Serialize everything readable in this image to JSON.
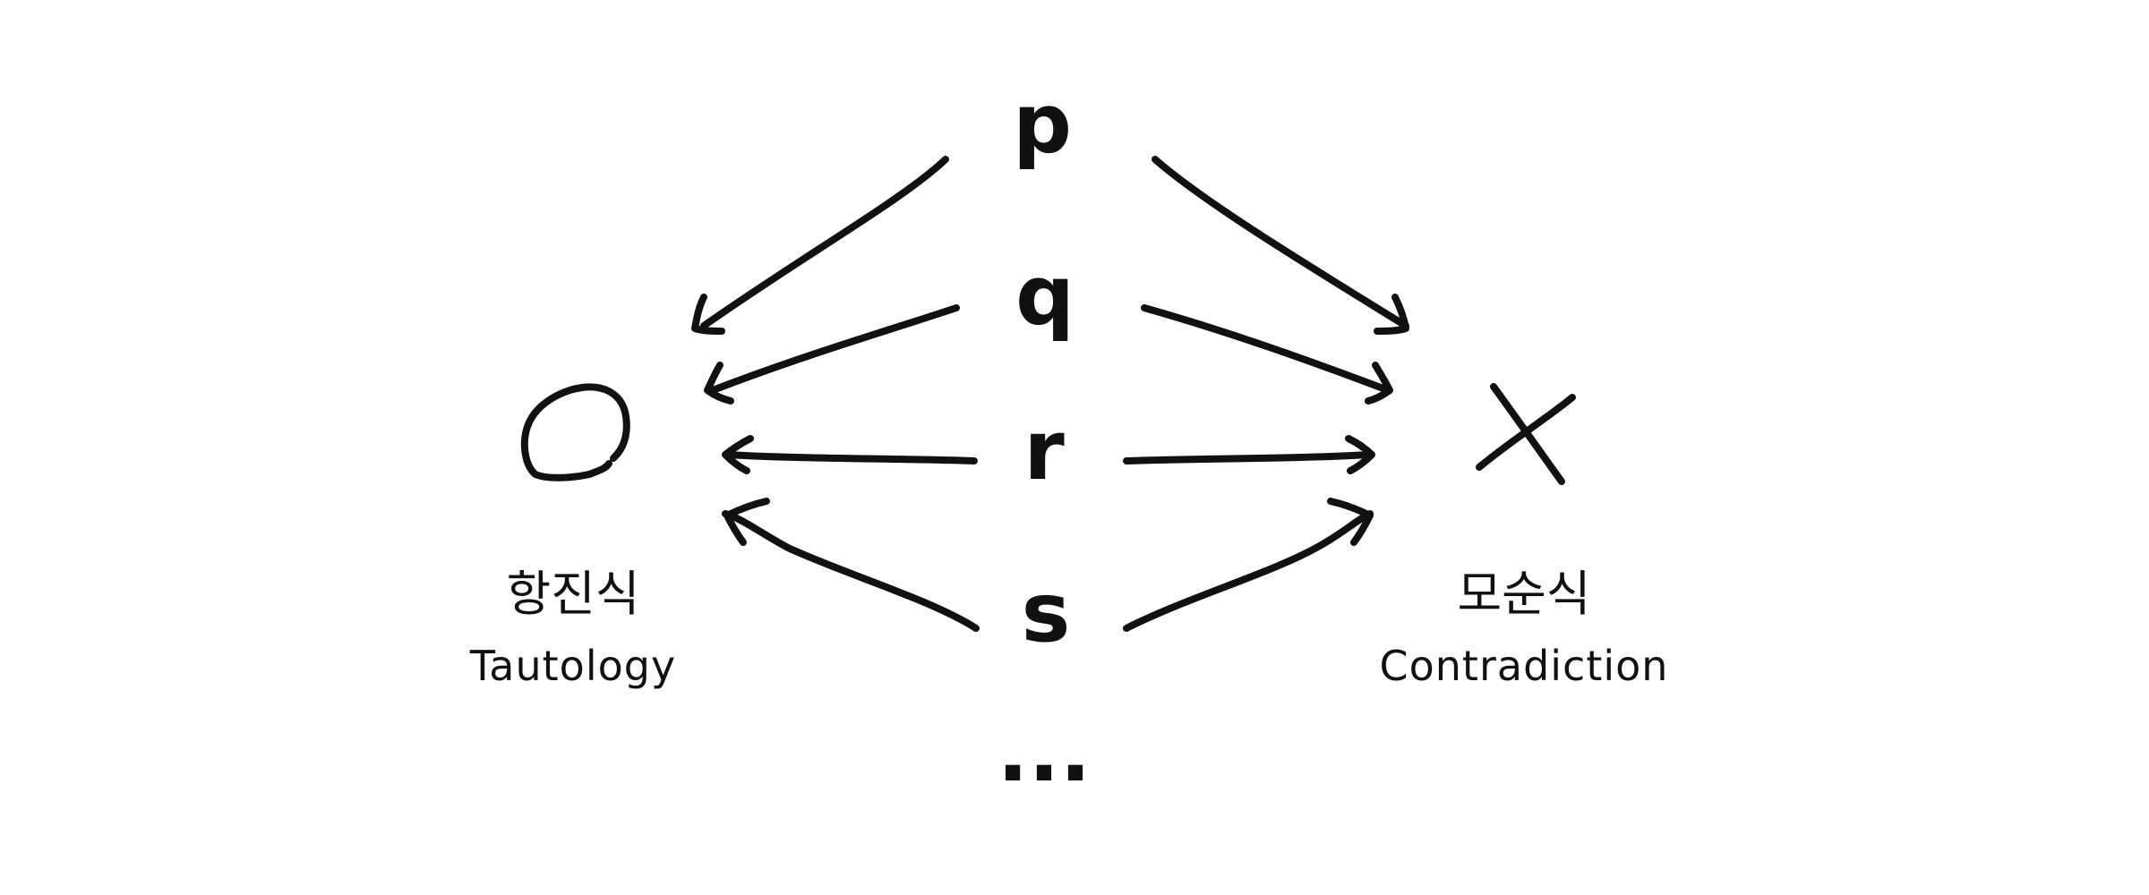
{
  "variables": [
    "p",
    "q",
    "r",
    "s"
  ],
  "ellipsis": "...",
  "left": {
    "symbol": "circle",
    "korean": "항진식",
    "english": "Tautology"
  },
  "right": {
    "symbol": "cross",
    "korean": "모순식",
    "english": "Contradiction"
  },
  "colors": {
    "ink": "#111111",
    "background": "#ffffff"
  }
}
